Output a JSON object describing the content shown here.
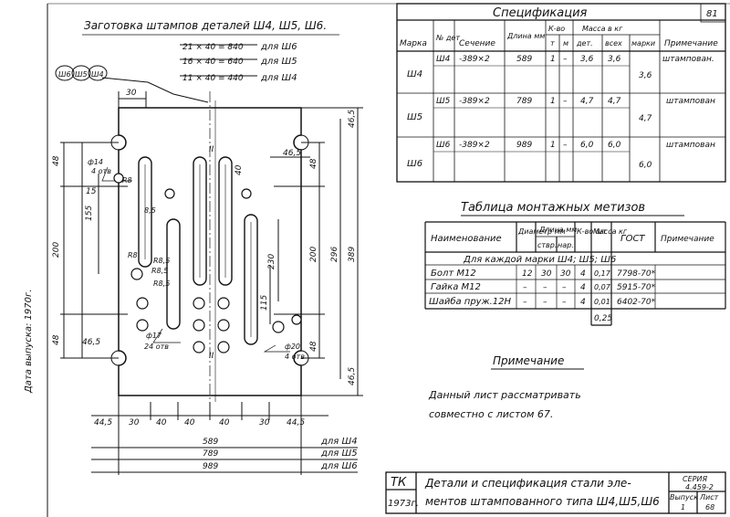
{
  "sheet_number": "81",
  "drawing": {
    "title": "Заготовка штампов деталей Ш4, Ш5, Ш6.",
    "blank_rows": [
      {
        "calc": "21 × 40 = 840",
        "label": "для Ш6"
      },
      {
        "calc": "16 × 40 = 640",
        "label": "для Ш5"
      },
      {
        "calc": "11 × 40 = 440",
        "label": "для Ш4"
      }
    ],
    "markers": [
      "Ш6",
      "Ш5",
      "Ш4"
    ],
    "dim_30_top": "30",
    "dim_46_5_right": "46,5",
    "dim_46_5_side_top": "46,5",
    "dim_46_5_side_bottom": "46,5",
    "dim_46_5_left_bottom": "46,5",
    "hole_top": "ф14",
    "hole_top_count": "4 отв",
    "hole_bottom": "ф17",
    "hole_bottom_count": "24 отв",
    "hole_right": "ф20",
    "hole_right_count": "4 отв",
    "dim_15": "15",
    "dim_155": "155",
    "dim_200": "200",
    "dim_48_top": "48",
    "dim_48_bottom": "48",
    "dim_40_v": "40",
    "dim_230": "230",
    "dim_115": "115",
    "dim_48_rt": "48",
    "dim_200_r": "200",
    "dim_296": "296",
    "dim_389": "389",
    "dim_48_rb": "48",
    "radius_labels": [
      "R8",
      "8,5",
      "R8",
      "R8,5",
      "R8,5",
      "R8,5"
    ],
    "center_marks": [
      "II",
      "II"
    ],
    "bottom_dims": [
      "44,5",
      "30",
      "40",
      "40",
      "40",
      "30",
      "44,5"
    ],
    "lengths": [
      {
        "value": "589",
        "label": "для Ш4"
      },
      {
        "value": "789",
        "label": "для Ш5"
      },
      {
        "value": "989",
        "label": "для Ш6"
      }
    ]
  },
  "spec": {
    "title": "Спецификация",
    "headers": {
      "mark": "Марка",
      "det": "№ дет",
      "section": "Сечение",
      "length": "Длина мм",
      "qty": "К-во",
      "qty_t": "т",
      "qty_m": "м",
      "mass": "Масса в кг",
      "mass_det": "дет.",
      "mass_all": "всех",
      "mass_mark": "марки",
      "note": "Примечание"
    },
    "rows": [
      {
        "mark": "Ш4",
        "det": "Ш4",
        "section": "-389×2",
        "length": "589",
        "t": "1",
        "m": "–",
        "det_mass": "3,6",
        "all_mass": "3,6",
        "mark_mass": "3,6",
        "note": "штампован."
      },
      {
        "mark": "Ш5",
        "det": "Ш5",
        "section": "-389×2",
        "length": "789",
        "t": "1",
        "m": "–",
        "det_mass": "4,7",
        "all_mass": "4,7",
        "mark_mass": "4,7",
        "note": "штампован"
      },
      {
        "mark": "Ш6",
        "det": "Ш6",
        "section": "-389×2",
        "length": "989",
        "t": "1",
        "m": "–",
        "det_mass": "6,0",
        "all_mass": "6,0",
        "mark_mass": "6,0",
        "note": "штампован"
      }
    ]
  },
  "fasteners": {
    "title": "Таблица монтажных метизов",
    "headers": {
      "name": "Наименование",
      "dia": "Диаметр мм",
      "length": "Длина мм",
      "len_rod": "ствр.",
      "len_thread": "нар.",
      "qty": "К-во шт",
      "mass": "Масса кг",
      "gost": "ГОСТ",
      "note": "Примечание"
    },
    "section_row": "Для каждой марки Ш4; Ш5; Ш6",
    "rows": [
      {
        "name": "Болт М12",
        "dia": "12",
        "rod": "30",
        "thread": "30",
        "qty": "4",
        "mass": "0,17",
        "gost": "7798-70*"
      },
      {
        "name": "Гайка М12",
        "dia": "–",
        "rod": "–",
        "thread": "–",
        "qty": "4",
        "mass": "0,07",
        "gost": "5915-70*"
      },
      {
        "name": "Шайба пруж.12Н",
        "dia": "–",
        "rod": "–",
        "thread": "–",
        "qty": "4",
        "mass": "0,01",
        "gost": "6402-70*"
      }
    ],
    "total": "0,25"
  },
  "note": {
    "title": "Примечание",
    "line1": "Данный лист рассматривать",
    "line2": "совместно с листом 67."
  },
  "title_block": {
    "org": "ТК",
    "year": "1973г.",
    "line1": "Детали и спецификация стали эле-",
    "line2": "ментов штампованного типа Ш4,Ш5,Ш6",
    "series_label": "СЕРИЯ",
    "series_value": "4.459-2",
    "issue_label": "Выпуск",
    "issue_value": "1",
    "sheet_label": "Лист",
    "sheet_value": "68"
  },
  "side_text": "Дата выпуска: 1970г."
}
